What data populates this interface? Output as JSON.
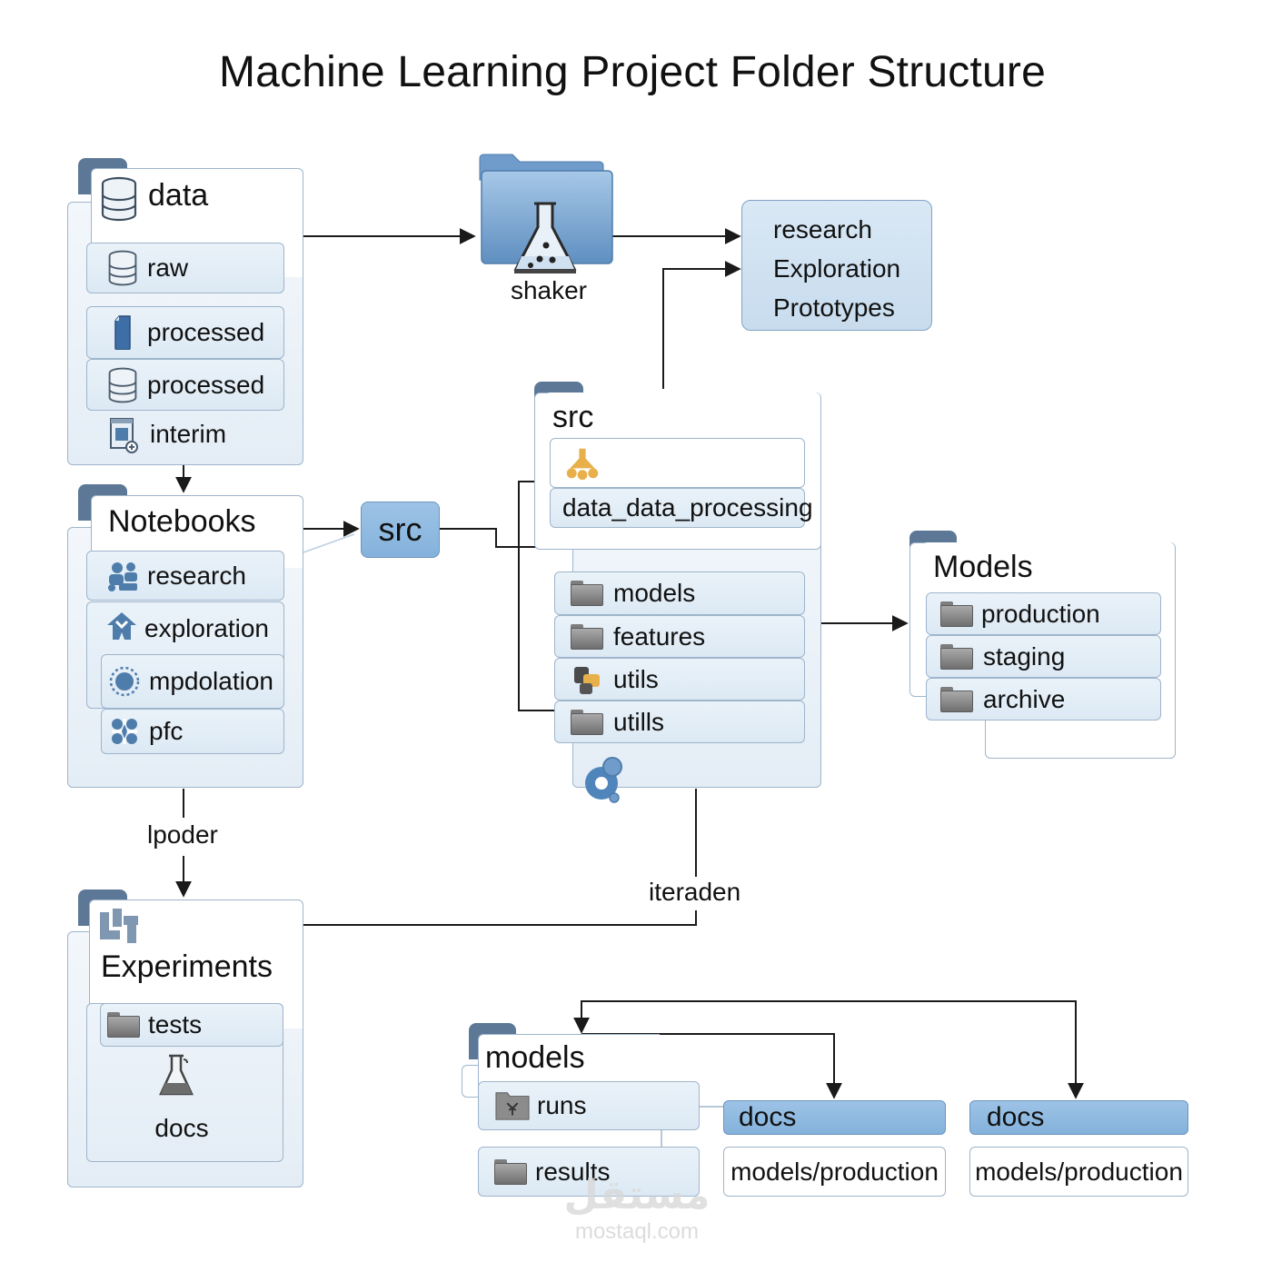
{
  "title": "Machine Learning Project Folder Structure",
  "colors": {
    "tab": "#5d7896",
    "border": "#9fb5cb",
    "row_fill": "#dce9f4",
    "accent_box": "#8fbbe2",
    "icon_blue": "#4f7dab",
    "icon_orange": "#e8b04a",
    "connector": "#1a1a1a"
  },
  "data_folder": {
    "label": "data",
    "icon": "database-icon",
    "items": [
      {
        "label": "raw",
        "icon": "database-icon"
      },
      {
        "label": "processed",
        "icon": "file-icon"
      },
      {
        "label": "processed",
        "icon": "database-icon"
      },
      {
        "label": "interim",
        "icon": "clipboard-add-icon"
      }
    ]
  },
  "shaker": {
    "label": "shaker",
    "icon": "flask-folder-icon"
  },
  "research_box": {
    "lines": [
      "research",
      "Exploration",
      "Prototypes"
    ]
  },
  "notebooks_folder": {
    "label": "Notebooks",
    "items": [
      {
        "label": "research",
        "icon": "people-icon"
      },
      {
        "label": "exploration",
        "icon": "puzzle-icon"
      },
      {
        "label": "mpdolation",
        "icon": "circle-dots-icon"
      },
      {
        "label": "pfc",
        "icon": "clover-icon"
      }
    ]
  },
  "src_button": {
    "label": "src"
  },
  "src_folder": {
    "label": "src",
    "top_item": {
      "label": "",
      "icon": "hierarchy-icon"
    },
    "processing_item": {
      "label": "data_data_processing"
    },
    "items": [
      {
        "label": "models",
        "icon": "folder-icon"
      },
      {
        "label": "features",
        "icon": "folder-icon"
      },
      {
        "label": "utils",
        "icon": "python-icon"
      },
      {
        "label": "utills",
        "icon": "folder-icon"
      }
    ],
    "footer_icon": "bubble-logo-icon"
  },
  "models_folder": {
    "label": "Models",
    "items": [
      {
        "label": "production",
        "icon": "folder-icon"
      },
      {
        "label": "staging",
        "icon": "folder-icon"
      },
      {
        "label": "archive",
        "icon": "folder-icon"
      }
    ]
  },
  "connector_labels": {
    "lpoder": "lpoder",
    "iteraden": "iteraden"
  },
  "experiments_folder": {
    "label": "Experiments",
    "icon": "blocks-icon",
    "items": [
      {
        "label": "tests",
        "icon": "folder-icon"
      },
      {
        "label": "docs",
        "icon": "flask-icon"
      }
    ]
  },
  "models_bottom_folder": {
    "label": "models",
    "items": [
      {
        "label": "runs",
        "icon": "folder-emblem-icon"
      },
      {
        "label": "results",
        "icon": "folder-icon"
      }
    ]
  },
  "docs_panels": [
    {
      "header": "docs",
      "body": "models/production"
    },
    {
      "header": "docs",
      "body": "models/production"
    }
  ],
  "watermark": {
    "arabic": "مستقل",
    "latin": "mostaql.com"
  }
}
